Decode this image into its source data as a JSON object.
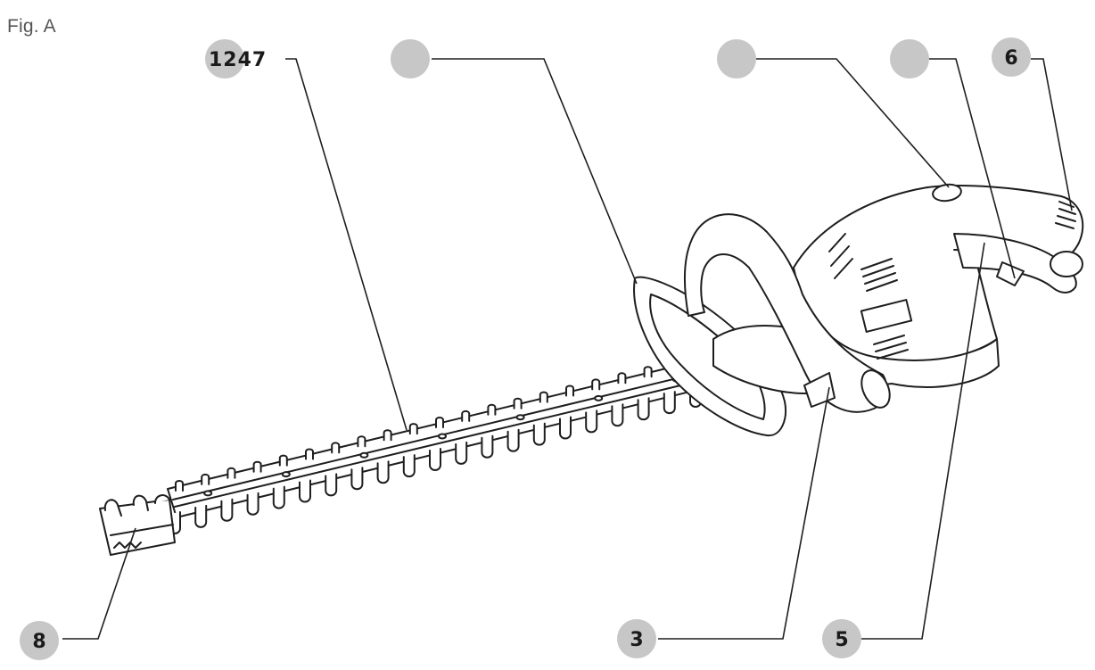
{
  "figure": {
    "label": "Fig. A"
  },
  "callouts": {
    "top_left": "1247",
    "top_blank_a": "",
    "top_blank_b": "",
    "top_blank_c": "",
    "top_right": "6",
    "bottom_left": "8",
    "bottom_mid": "3",
    "bottom_right": "5"
  },
  "colors": {
    "line": "#1e1e1e",
    "badge": "#c7c7c7",
    "surface": "#ffffff"
  }
}
